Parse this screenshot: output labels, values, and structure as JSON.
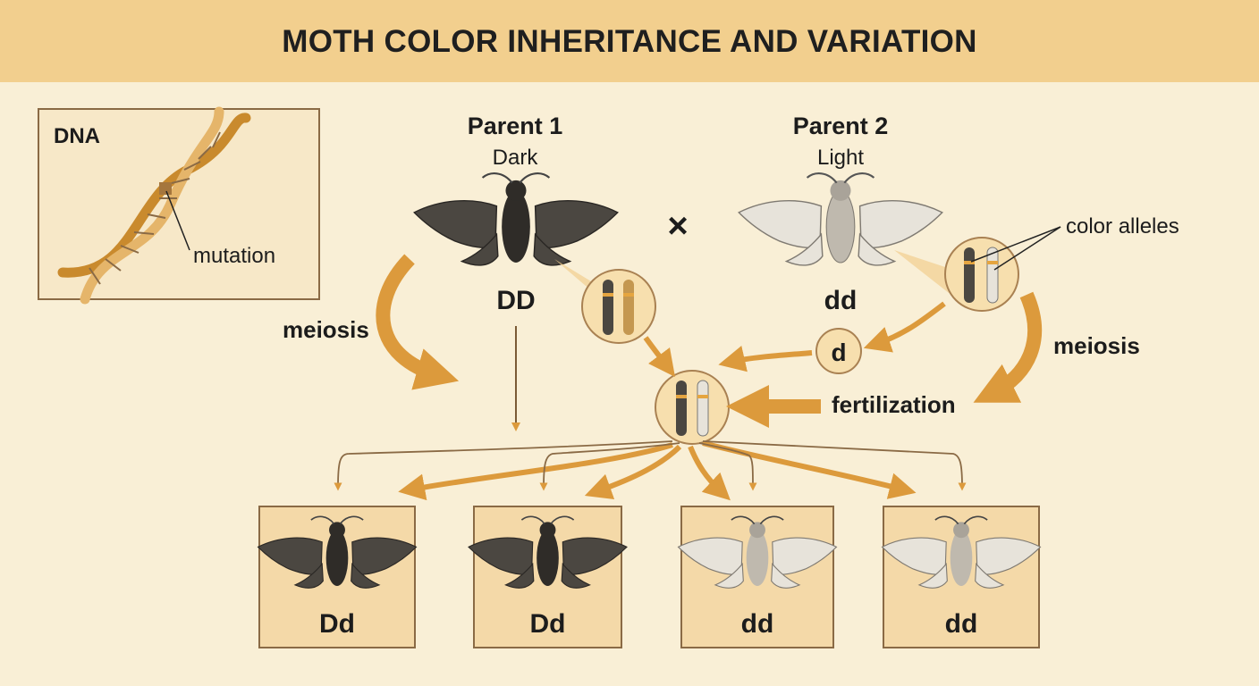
{
  "title": "MOTH COLOR INHERITANCE AND VARIATION",
  "dna": {
    "label": "DNA",
    "mutation_label": "mutation"
  },
  "parent1": {
    "name": "Parent 1",
    "phenotype": "Dark",
    "genotype": "DD",
    "moth_icon": "dark-moth-icon"
  },
  "parent2": {
    "name": "Parent 2",
    "phenotype": "Light",
    "genotype": "dd",
    "moth_icon": "light-moth-icon"
  },
  "cross_symbol": "×",
  "color_alleles_label": "color alleles",
  "gamete_label": "d",
  "processes": {
    "meiosis_left": "meiosis",
    "meiosis_right": "meiosis",
    "fertilization": "fertilization"
  },
  "offspring": [
    {
      "genotype": "Dd",
      "phenotype": "dark"
    },
    {
      "genotype": "Dd",
      "phenotype": "dark"
    },
    {
      "genotype": "dd",
      "phenotype": "light"
    },
    {
      "genotype": "dd",
      "phenotype": "light"
    }
  ],
  "colors": {
    "background": "#f9efd6",
    "header": "#f2cf8e",
    "arrow": "#dc9a3c",
    "panel": "#f4d9a8",
    "panel_border": "#8a6a45",
    "dark_moth": "#4b4741",
    "light_moth": "#e7e3da"
  }
}
